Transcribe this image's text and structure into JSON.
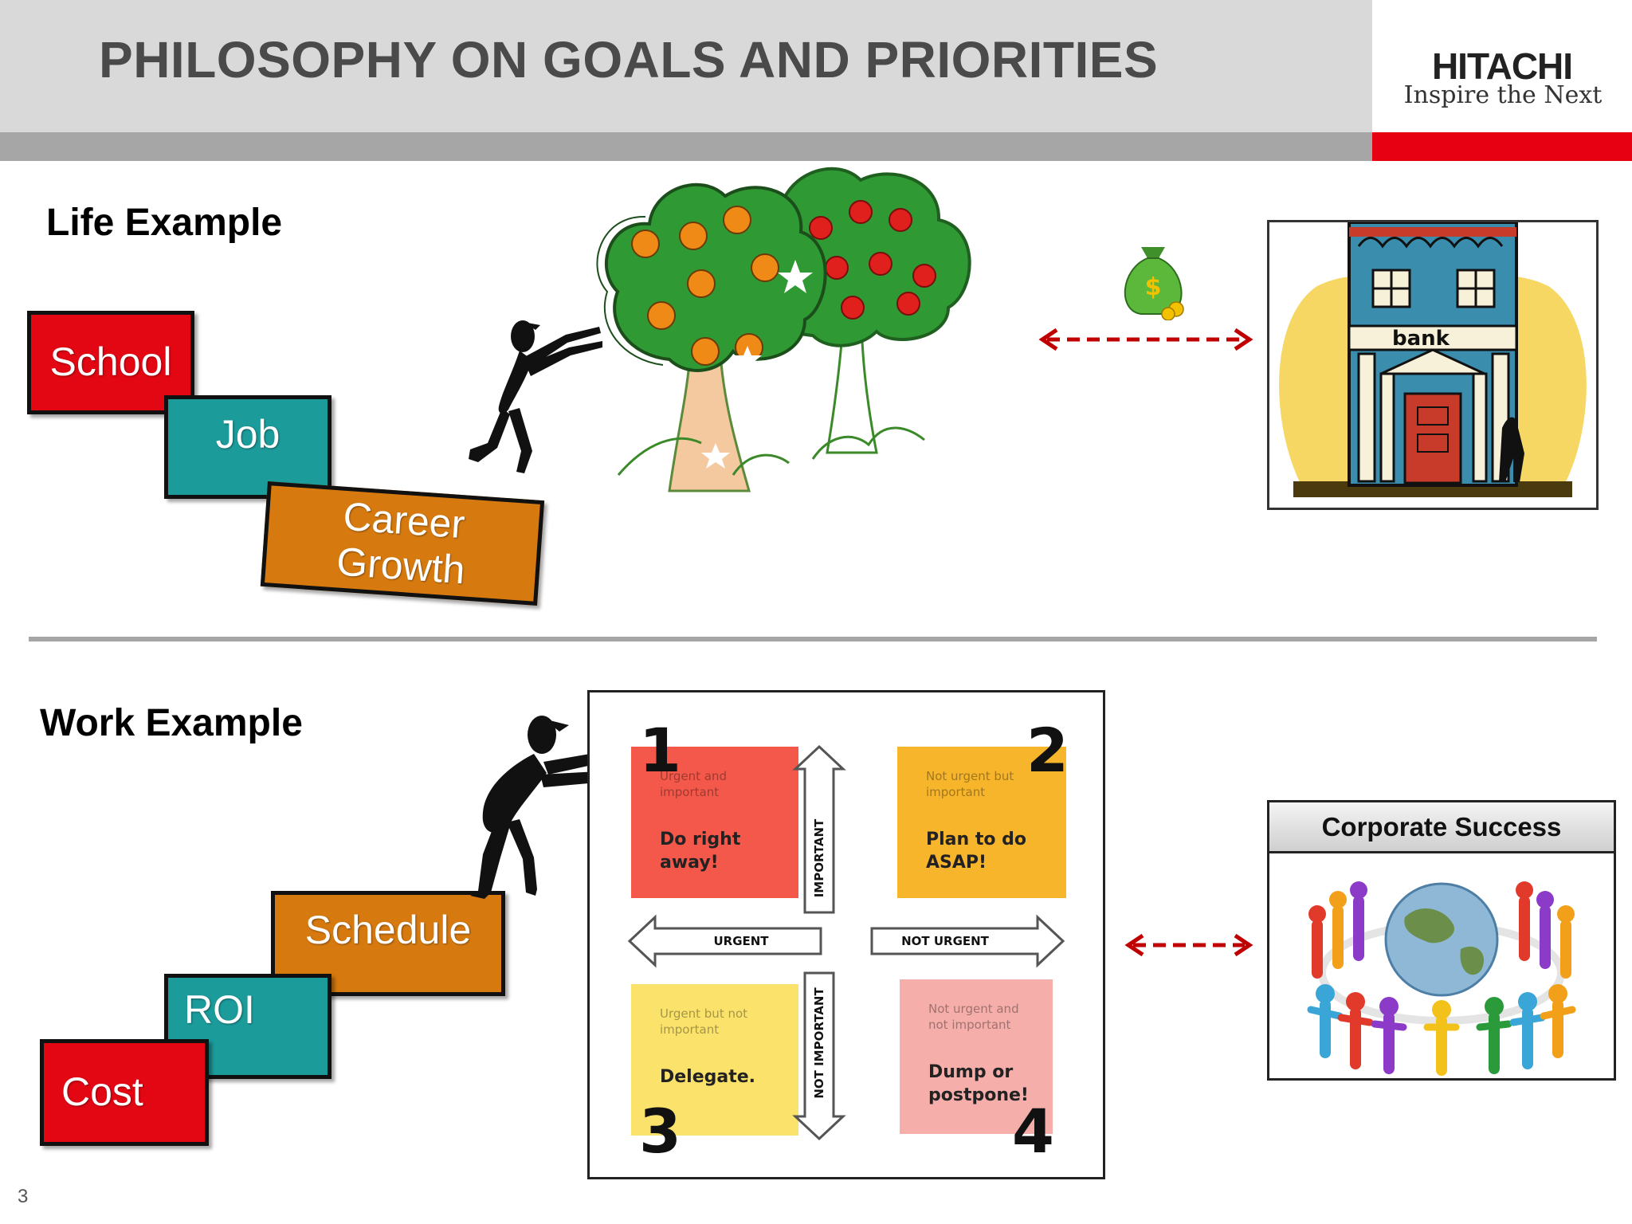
{
  "header": {
    "title": "PHILOSOPHY ON GOALS AND PRIORITIES",
    "logo_name": "HITACHI",
    "logo_tagline": "Inspire the Next"
  },
  "life": {
    "heading": "Life Example",
    "steps": [
      "School",
      "Job",
      "Career Growth"
    ],
    "bank_sign": "bank"
  },
  "work": {
    "heading": "Work Example",
    "steps": [
      "Cost",
      "ROI",
      "Schedule"
    ],
    "matrix": {
      "quadrants": [
        {
          "number": "1",
          "small": "Urgent and important",
          "action": "Do right away!",
          "color": "#f4584a"
        },
        {
          "number": "2",
          "small": "Not urgent but important",
          "action": "Plan to do ASAP!",
          "color": "#f7b52c"
        },
        {
          "number": "3",
          "small": "Urgent but not important",
          "action": "Delegate.",
          "color": "#fbe36b"
        },
        {
          "number": "4",
          "small": "Not urgent and not important",
          "action": "Dump or postpone!",
          "color": "#f5aeaa"
        }
      ],
      "axes": {
        "important": "IMPORTANT",
        "not_important": "NOT IMPORTANT",
        "urgent": "URGENT",
        "not_urgent": "NOT URGENT"
      }
    },
    "success_title": "Corporate Success"
  },
  "colors": {
    "accent_red": "#e60012",
    "arrow_red": "#c00000"
  },
  "page_number": "3"
}
